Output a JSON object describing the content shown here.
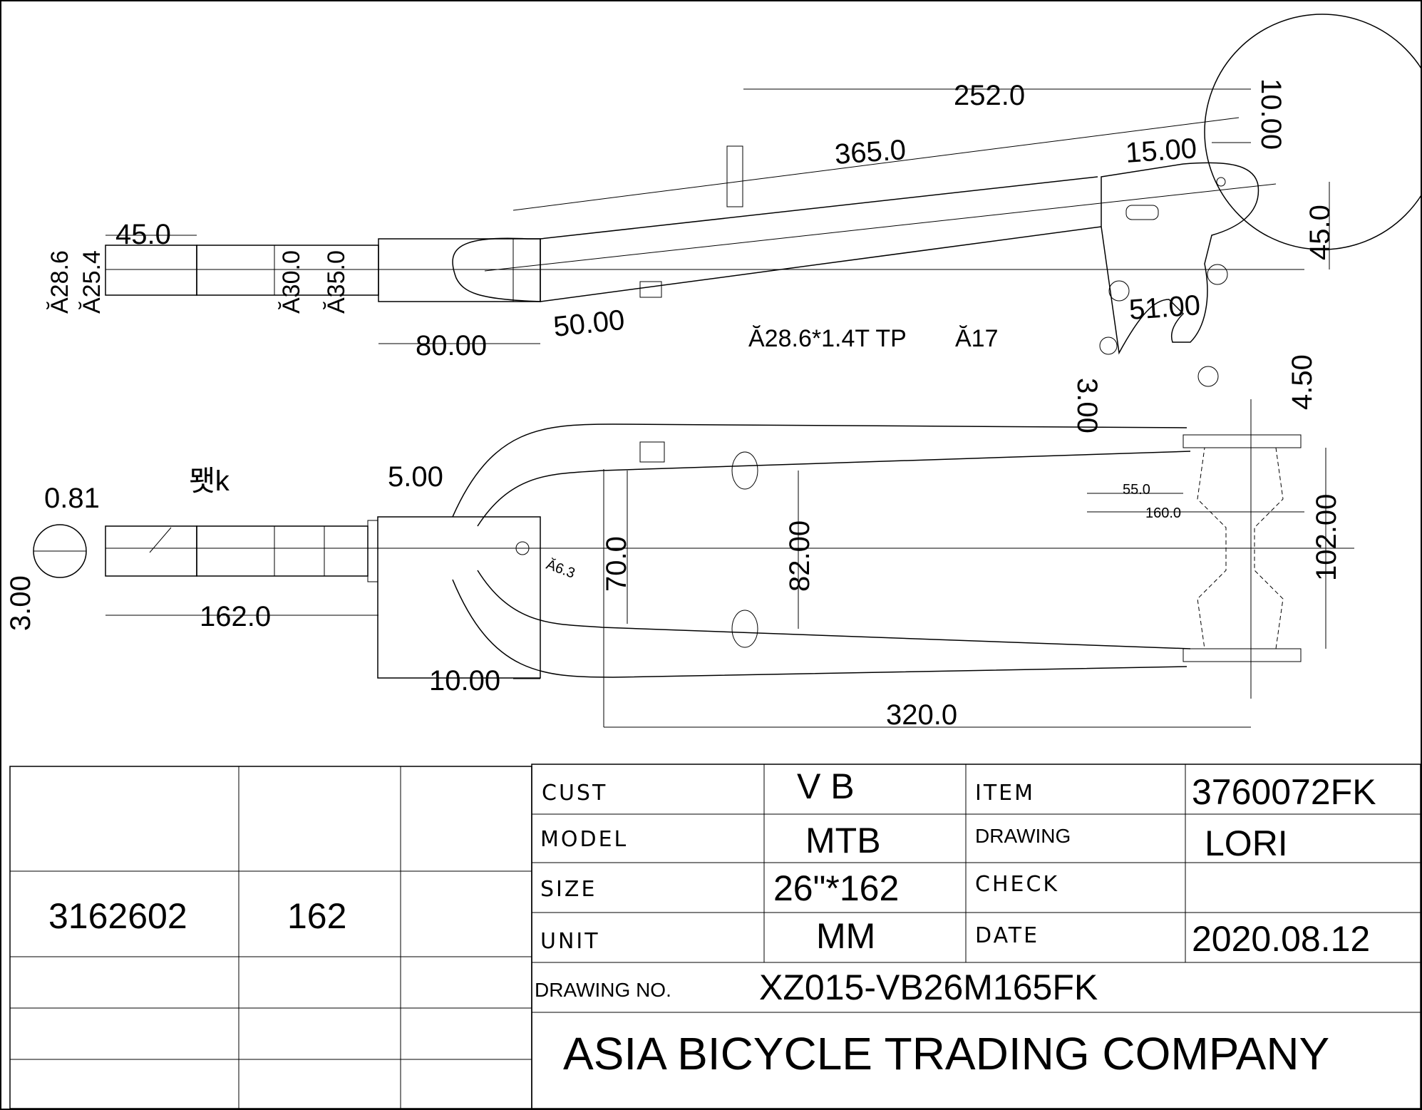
{
  "dimensions": {
    "d252": "252.0",
    "d365": "365.0",
    "d15": "15.00",
    "d10top": "10.00",
    "d45right": "45.0",
    "d45left": "45.0",
    "phi286": "Ă28.6",
    "phi254": "Ă25.4",
    "phi300": "Ă30.0",
    "phi350": "Ă35.0",
    "d80": "80.00",
    "d50": "50.00",
    "d51": "51.00",
    "note_tube": "Ă28.6*1.4T TP",
    "note_17": "Ă17",
    "d300v": "3.00",
    "d450": "4.50",
    "d081": "0.81",
    "glyph_k": "뫳k",
    "d500": "5.00",
    "d300left": "3.00",
    "d1620": "162.0",
    "phi63": "Ă6.3",
    "d700": "70.0",
    "d8200": "82.00",
    "d550": "55.0",
    "d1600": "160.0",
    "d10200": "102.00",
    "d1000": "10.00",
    "d3200": "320.0"
  },
  "title_block": {
    "left_table": {
      "part_no": "3162602",
      "steerer_len": "162"
    },
    "cust_label": "CUST",
    "cust_value": "V B",
    "item_label": "ITEM",
    "item_value": "3760072FK",
    "model_label": "MODEL",
    "model_value": "MTB",
    "drawing_label": "DRAWING",
    "drawing_value": "LORI",
    "size_label": "SIZE",
    "size_value": "26\"*162",
    "check_label": "CHECK",
    "check_value": "",
    "unit_label": "UNIT",
    "unit_value": "MM",
    "date_label": "DATE",
    "date_value": "2020.08.12",
    "drawing_no_label": "DRAWING NO.",
    "drawing_no_value": "XZ015-VB26M165FK",
    "company": "ASIA BICYCLE TRADING COMPANY"
  }
}
